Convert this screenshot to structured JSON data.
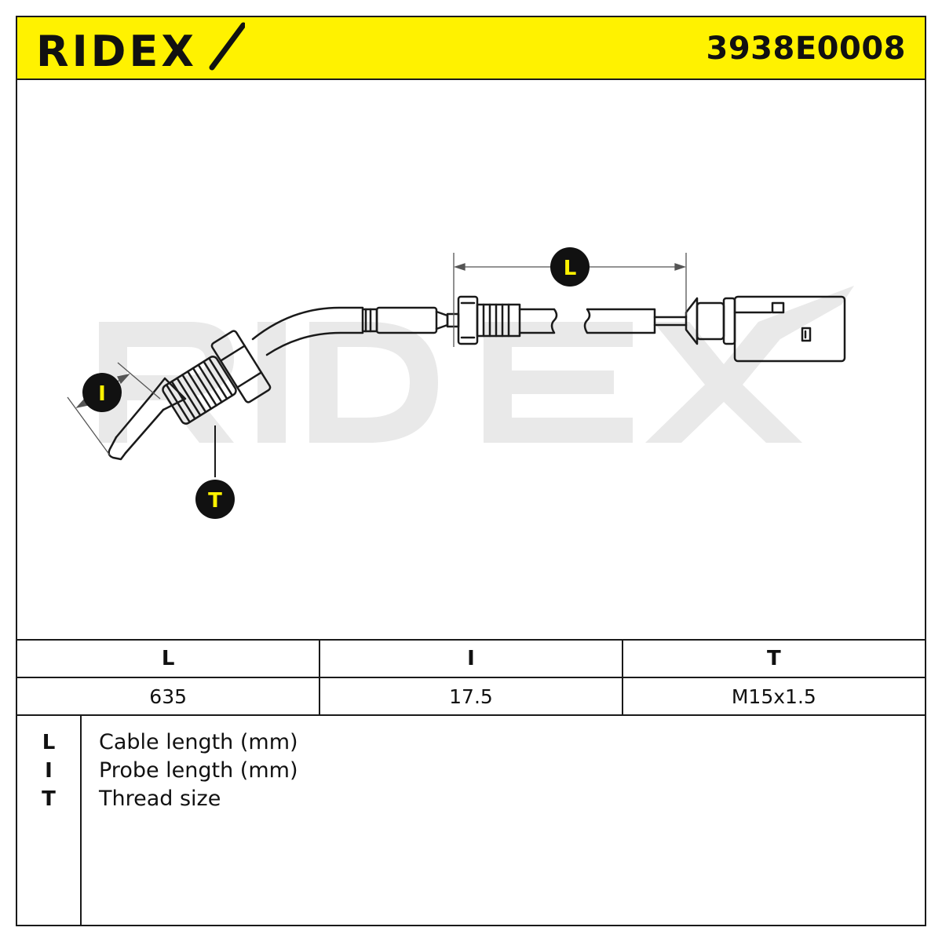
{
  "header": {
    "brand": "RIDEX",
    "part_number": "3938E0008"
  },
  "colors": {
    "accent": "#FFF200",
    "line": "#1a1a1a",
    "watermark": "#e9e9e9"
  },
  "diagram": {
    "callouts": {
      "cable_length": "L",
      "probe_length": "I",
      "thread_size": "T"
    }
  },
  "spec_table": {
    "headers": [
      "L",
      "I",
      "T"
    ],
    "values": [
      "635",
      "17.5",
      "M15x1.5"
    ]
  },
  "legend": [
    {
      "key": "L",
      "desc": "Cable length (mm)"
    },
    {
      "key": "I",
      "desc": "Probe length (mm)"
    },
    {
      "key": "T",
      "desc": "Thread size"
    }
  ]
}
